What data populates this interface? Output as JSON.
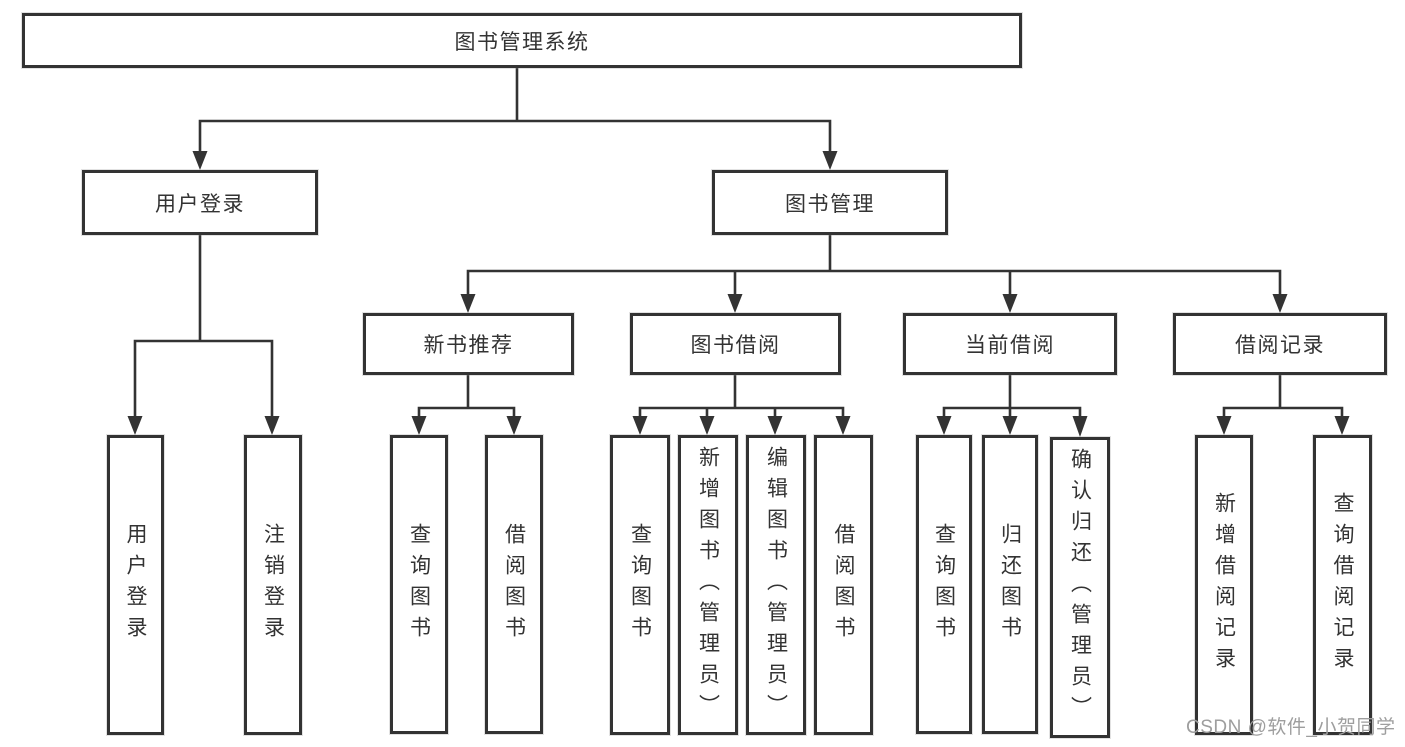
{
  "diagram": {
    "nodes": {
      "root": "图书管理系统",
      "user_login": "用户登录",
      "book_mgmt": "图书管理",
      "new_book_rec": "新书推荐",
      "book_borrow": "图书借阅",
      "current_borrow": "当前借阅",
      "borrow_record": "借阅记录",
      "user_login_leaf": "用户登录",
      "logout_leaf": "注销登录",
      "nb_query_books": "查询图书",
      "nb_borrow_books": "借阅图书",
      "bb_query_books": "查询图书",
      "bb_add_books": "新增图书（管理员）",
      "bb_edit_books": "编辑图书（管理员）",
      "bb_borrow_books": "借阅图书",
      "cb_query_books": "查询图书",
      "cb_return_books": "归还图书",
      "cb_confirm_return": "确认归还（管理员）",
      "br_add_record": "新增借阅记录",
      "br_query_record": "查询借阅记录"
    },
    "colors": {
      "line": "#333333",
      "box_background": "#ffffff",
      "text": "#333333",
      "watermark": "#9e9e9e"
    }
  },
  "watermark": {
    "text": "CSDN @软件_小贺同学"
  }
}
